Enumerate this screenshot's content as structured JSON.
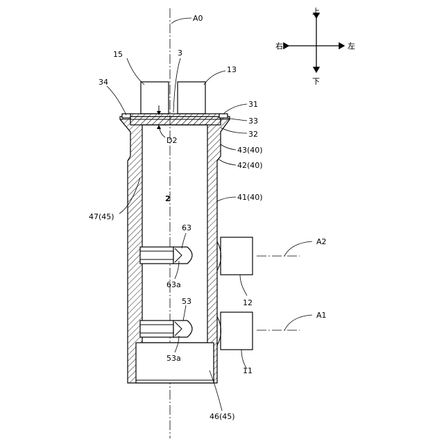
{
  "labels": {
    "axis_a0": "A0",
    "axis_a1": "A1",
    "axis_a2": "A2",
    "dir_up": "上",
    "dir_down": "下",
    "dir_right": "右",
    "dir_left": "左",
    "ref_15": "15",
    "ref_3": "3",
    "ref_13": "13",
    "ref_34": "34",
    "ref_31": "31",
    "ref_33": "33",
    "ref_32": "32",
    "ref_d2": "D2",
    "ref_43": "43(40)",
    "ref_42": "42(40)",
    "ref_41": "41(40)",
    "ref_2": "2",
    "ref_47": "47(45)",
    "ref_63": "63",
    "ref_63a": "63a",
    "ref_12": "12",
    "ref_53": "53",
    "ref_53a": "53a",
    "ref_11": "11",
    "ref_46": "46(45)"
  }
}
